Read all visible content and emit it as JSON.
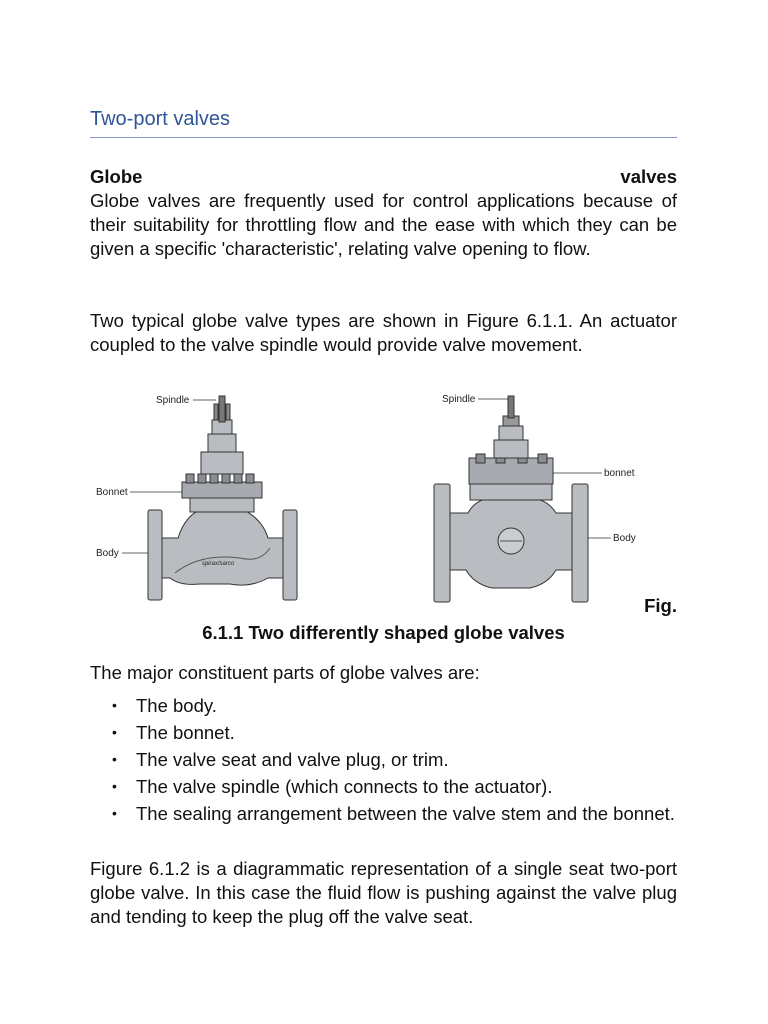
{
  "section_title": "Two-port valves",
  "heading": {
    "left": "Globe",
    "right": "valves"
  },
  "paragraph1": "Globe valves are frequently used for control applications because of their suitability for throttling flow and the ease with which they can be given a specific 'characteristic', relating valve opening to flow.",
  "paragraph2": "Two typical globe valve types are shown in Figure 6.1.1. An actuator coupled to the valve spindle would provide valve movement.",
  "figure": {
    "left_valve": {
      "spindle": "Spindle",
      "bonnet": "Bonnet",
      "body": "Body",
      "logo": "spirax/sarco"
    },
    "right_valve": {
      "spindle": "Spindle",
      "bonnet": "bonnet",
      "body": "Body"
    },
    "label_prefix": "Fig.",
    "caption": "6.1.1 Two differently shaped globe valves"
  },
  "parts_intro": "The major constituent parts of globe valves are:",
  "parts": [
    "The body.",
    "The bonnet.",
    "The valve seat and valve plug, or trim.",
    "The valve spindle (which connects to the actuator).",
    "The sealing arrangement between the valve stem and the bonnet."
  ],
  "paragraph3": "Figure 6.1.2 is a diagrammatic representation of a single seat two-port globe valve. In this case the fluid flow is pushing against the valve plug and tending to keep the plug off the valve seat."
}
